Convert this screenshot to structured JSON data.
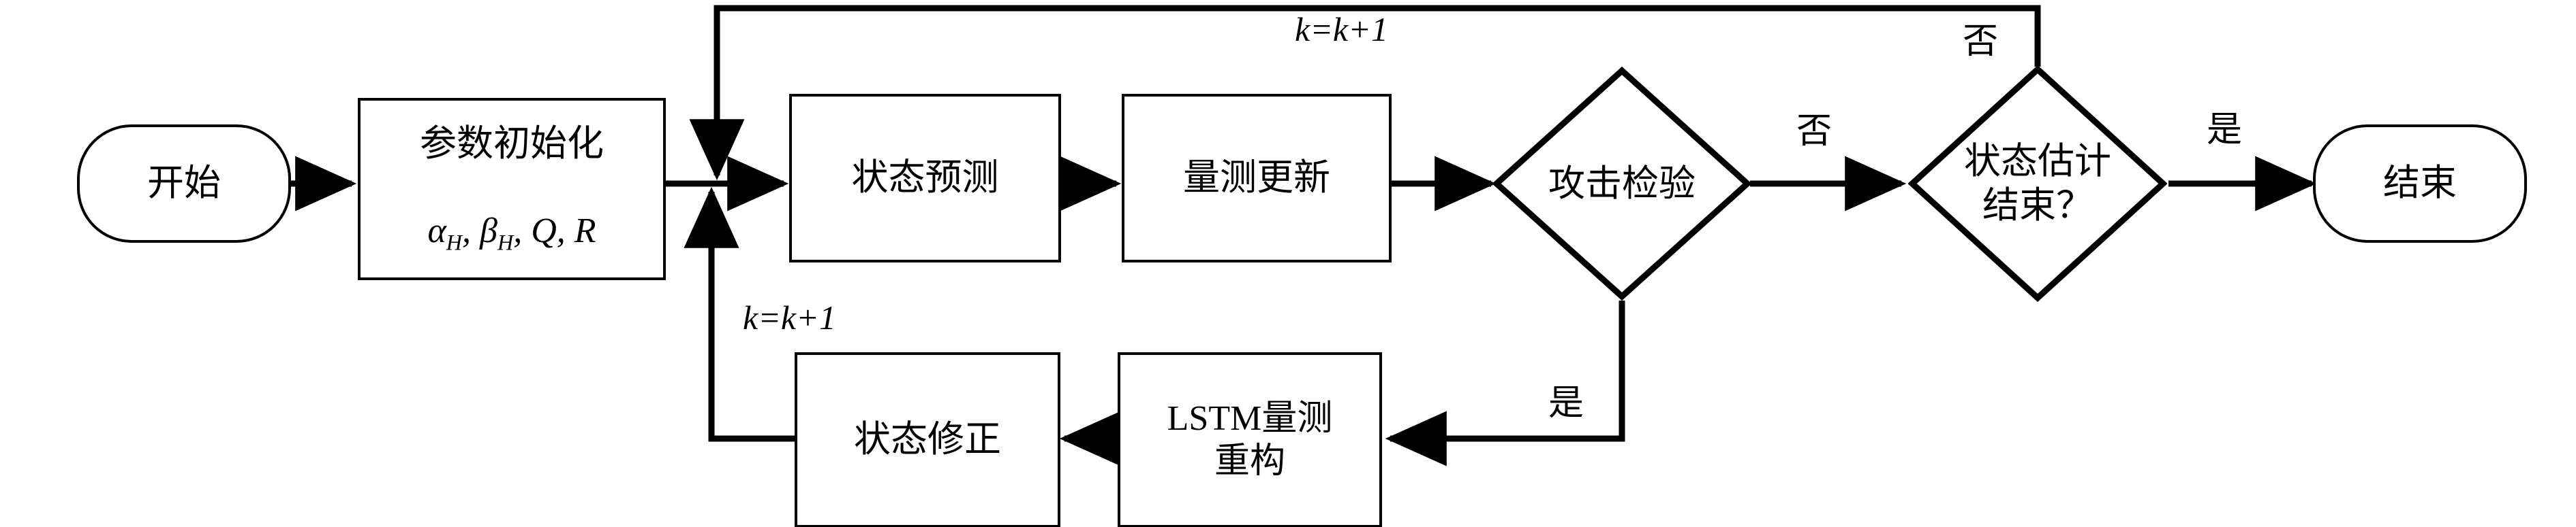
{
  "diagram": {
    "type": "flowchart",
    "title": "",
    "orientation": "left-to-right",
    "background": "#ffffff",
    "line_color": "#000000",
    "text_color": "#000000"
  },
  "nodes": {
    "start": {
      "id": "start",
      "shape": "terminator",
      "label": "开始"
    },
    "init": {
      "id": "init",
      "shape": "process",
      "label_line1": "参数初始化",
      "label_line2_plain": "α_H, β_H, Q, R"
    },
    "state_predict": {
      "id": "state_predict",
      "shape": "process",
      "label": "状态预测"
    },
    "measurement_update": {
      "id": "measurement_update",
      "shape": "process",
      "label": "量测更新"
    },
    "attack_check": {
      "id": "attack_check",
      "shape": "decision",
      "label": "攻击检验"
    },
    "estimation_done": {
      "id": "estimation_done",
      "shape": "decision",
      "label": "状态估计\n结束？"
    },
    "end": {
      "id": "end",
      "shape": "terminator",
      "label": "结束"
    },
    "lstm_reconstruct": {
      "id": "lstm_reconstruct",
      "shape": "process",
      "label": "LSTM量测\n重构"
    },
    "state_correct": {
      "id": "state_correct",
      "shape": "process",
      "label": "状态修正"
    }
  },
  "edge_labels": {
    "top_loop_increment": "k=k+1",
    "bottom_loop_increment": "k=k+1",
    "attack_check_no": "否",
    "attack_check_yes": "是",
    "estimation_done_no": "否",
    "estimation_done_yes": "是"
  },
  "edges": [
    {
      "from": "start",
      "to": "init",
      "label": ""
    },
    {
      "from": "init",
      "to": "state_predict",
      "label": ""
    },
    {
      "from": "state_predict",
      "to": "measurement_update",
      "label": ""
    },
    {
      "from": "measurement_update",
      "to": "attack_check",
      "label": ""
    },
    {
      "from": "attack_check",
      "to": "estimation_done",
      "label": "否"
    },
    {
      "from": "attack_check",
      "to": "lstm_reconstruct",
      "label": "是"
    },
    {
      "from": "lstm_reconstruct",
      "to": "state_correct",
      "label": ""
    },
    {
      "from": "state_correct",
      "to": "state_predict",
      "label": "k=k+1"
    },
    {
      "from": "estimation_done",
      "to": "state_predict",
      "label": "否 / k=k+1"
    },
    {
      "from": "estimation_done",
      "to": "end",
      "label": "是"
    }
  ]
}
